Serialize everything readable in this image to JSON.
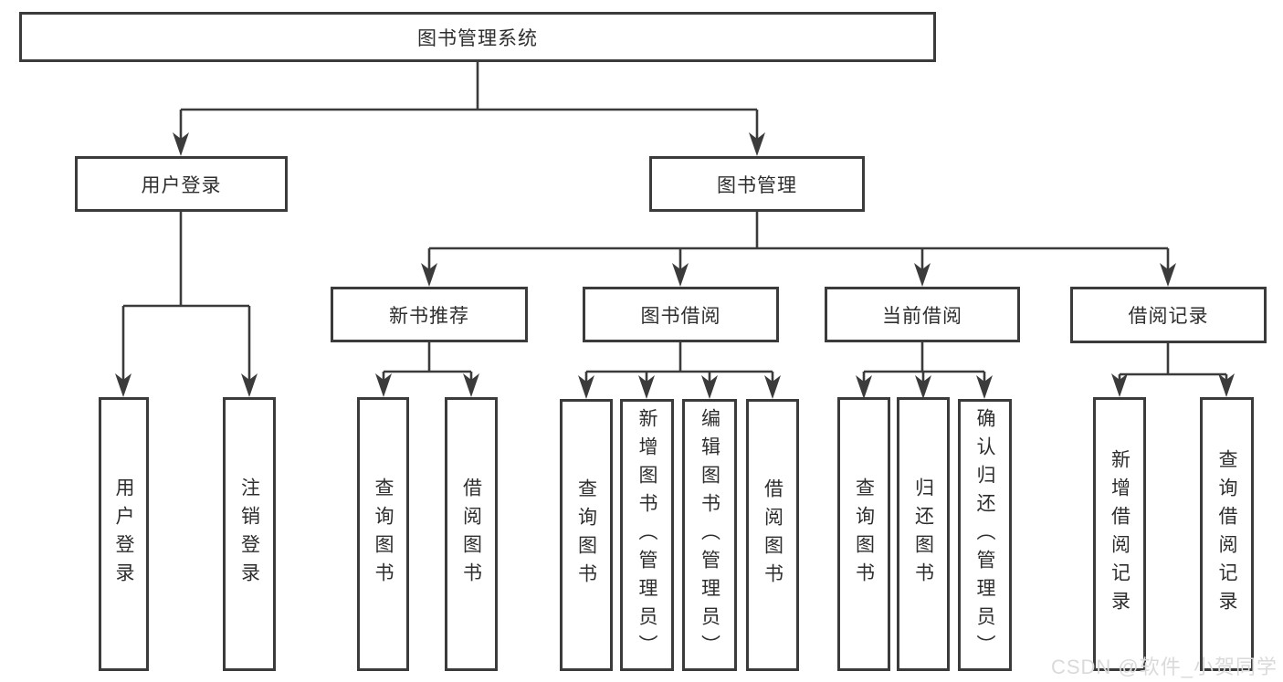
{
  "title_node": "图书管理系统",
  "branches": [
    {
      "label": "用户登录",
      "leaves": [
        "用户登录",
        "注销登录"
      ]
    },
    {
      "label": "图书管理",
      "sections": [
        {
          "label": "新书推荐",
          "leaves": [
            "查询图书",
            "借阅图书"
          ]
        },
        {
          "label": "图书借阅",
          "leaves": [
            "查询图书",
            "新增图书（管理员）",
            "编辑图书（管理员）",
            "借阅图书"
          ]
        },
        {
          "label": "当前借阅",
          "leaves": [
            "查询图书",
            "归还图书",
            "确认归还（管理员）"
          ]
        },
        {
          "label": "借阅记录",
          "leaves": [
            "新增借阅记录",
            "查询借阅记录"
          ]
        }
      ]
    }
  ],
  "watermark": "CSDN @软件_小贺同学",
  "colors": {
    "line": "#3b3b3b",
    "text": "#2e2e2e",
    "background": "#ffffff",
    "watermark": "#dadada"
  }
}
